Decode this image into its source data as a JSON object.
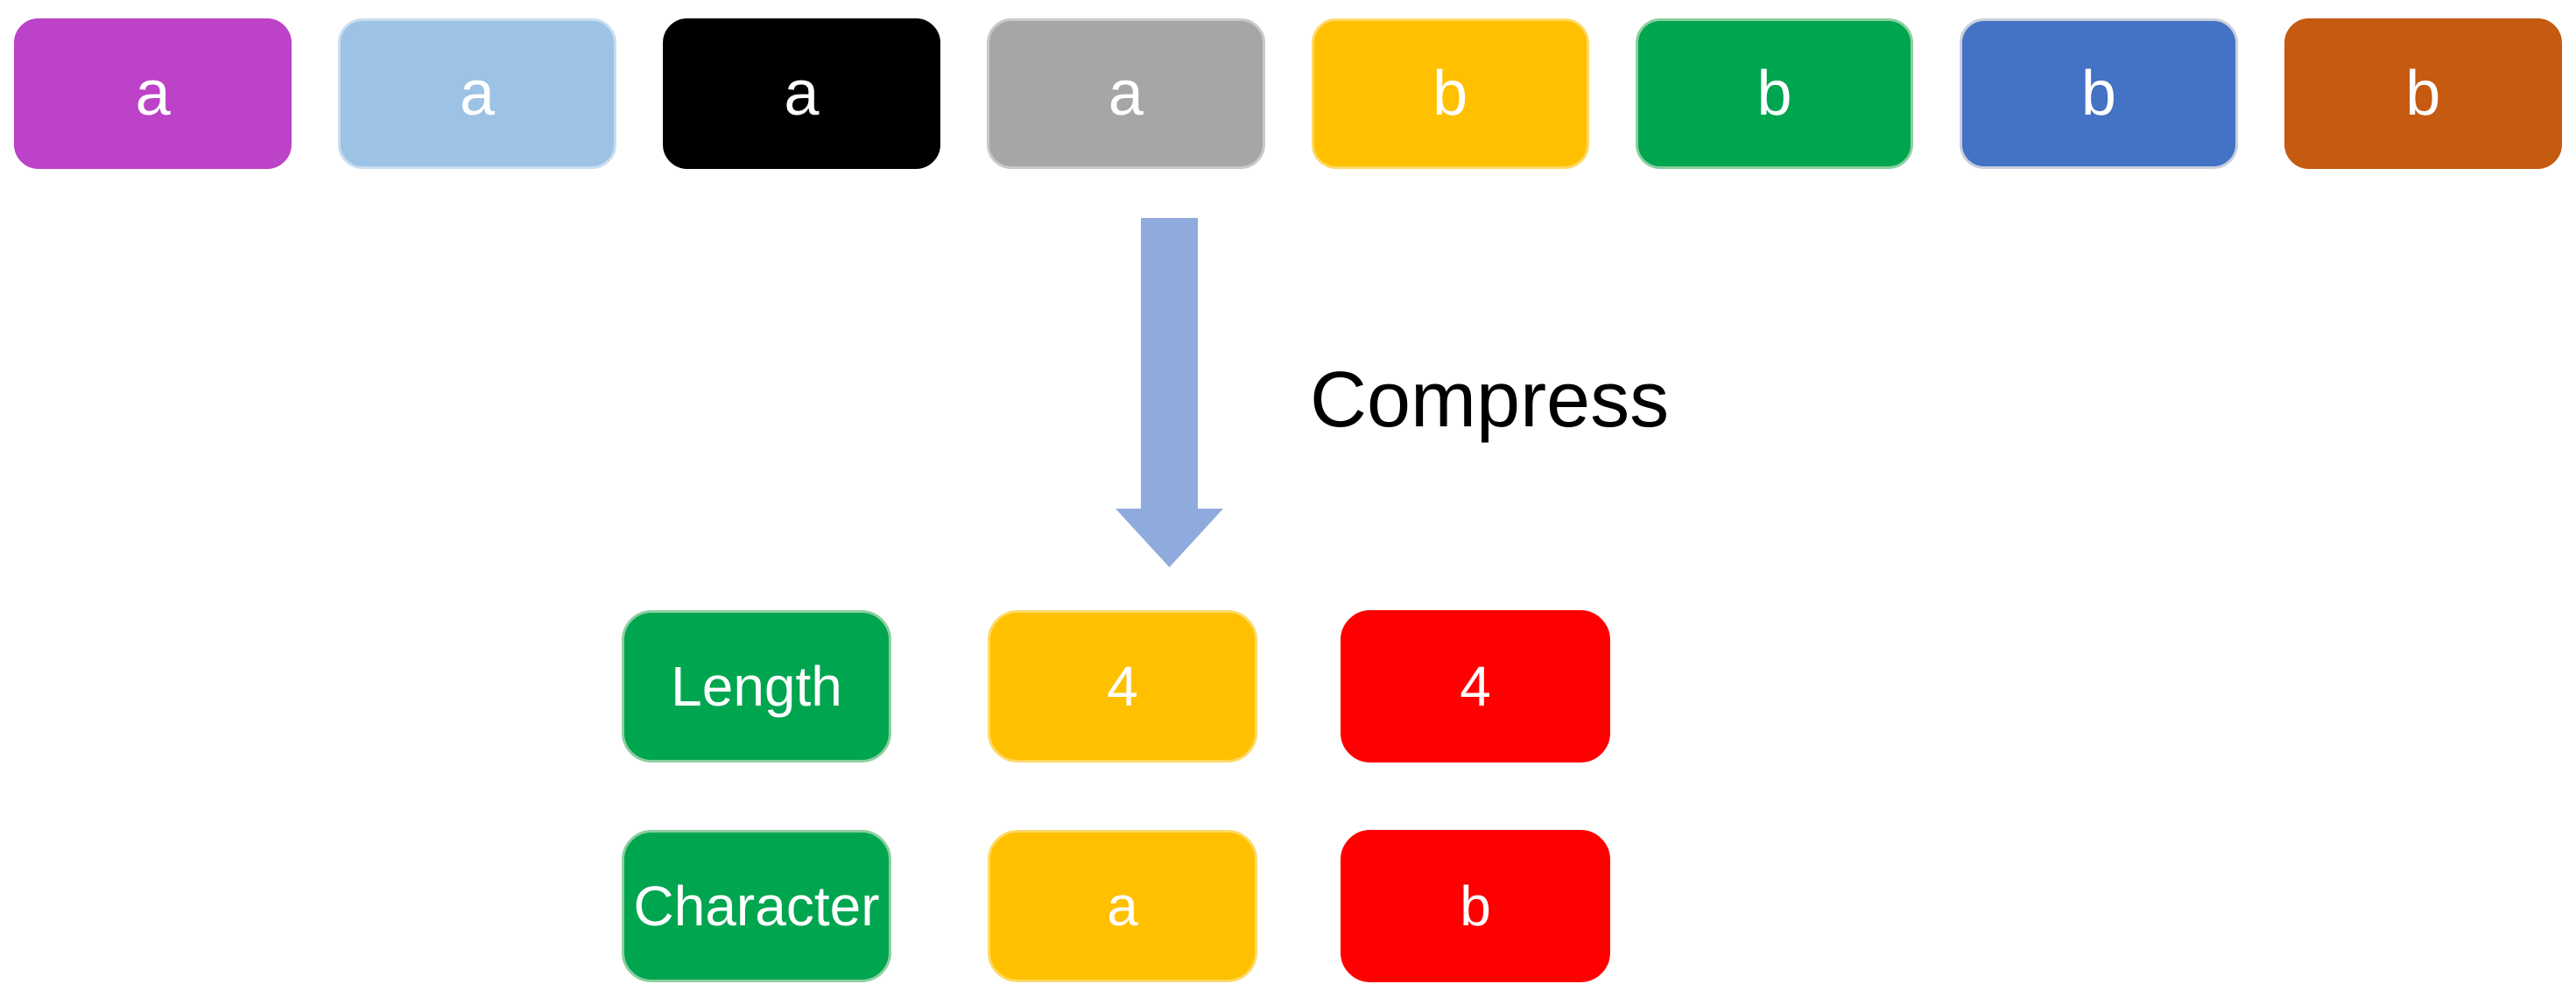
{
  "background": "#FFFFFF",
  "sequence": {
    "items": [
      {
        "label": "a",
        "fill": "#BC42C7",
        "border": "#BC42C7"
      },
      {
        "label": "a",
        "fill": "#9CC2E5",
        "border": "#C9DDF0"
      },
      {
        "label": "a",
        "fill": "#000000",
        "border": "#000000"
      },
      {
        "label": "a",
        "fill": "#A6A6A6",
        "border": "#C9C9C9"
      },
      {
        "label": "b",
        "fill": "#FFC000",
        "border": "#FFD966"
      },
      {
        "label": "b",
        "fill": "#00A550",
        "border": "#8CCFA0"
      },
      {
        "label": "b",
        "fill": "#4472C4",
        "border": "#C9CFDC"
      },
      {
        "label": "b",
        "fill": "#C55A11",
        "border": "#C55A11"
      }
    ]
  },
  "arrow": {
    "direction": "down",
    "color": "#8FAADC",
    "label": "Compress"
  },
  "result": {
    "rows": [
      {
        "header": "Length",
        "header_fill": "#00A550",
        "header_border": "#8CCFA0",
        "cells": [
          {
            "label": "4",
            "fill": "#FFC000",
            "border": "#FFD966"
          },
          {
            "label": "4",
            "fill": "#FF0000",
            "border": "#FF0000"
          }
        ]
      },
      {
        "header": "Character",
        "header_fill": "#00A550",
        "header_border": "#8CCFA0",
        "cells": [
          {
            "label": "a",
            "fill": "#FFC000",
            "border": "#FFD966"
          },
          {
            "label": "b",
            "fill": "#FF0000",
            "border": "#FF0000"
          }
        ]
      }
    ]
  }
}
